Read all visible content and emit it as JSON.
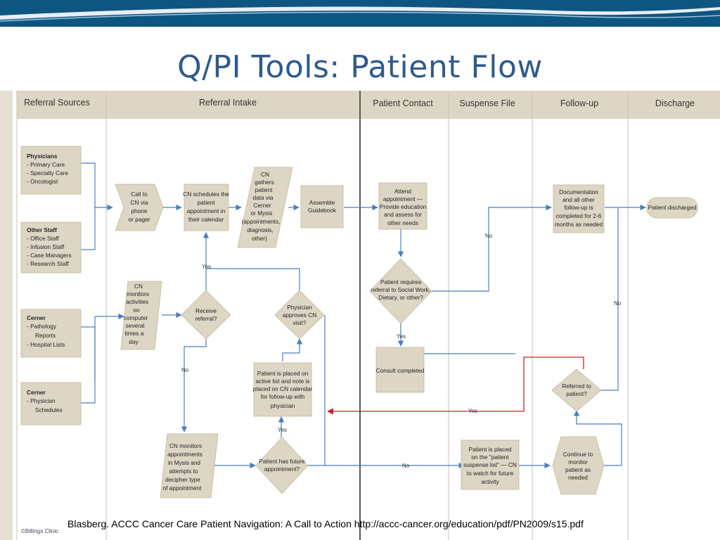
{
  "slide": {
    "title": "Q/PI Tools: Patient Flow",
    "citation": "Blasberg. ACCC Cancer Care Patient Navigation: A Call to Action http://accc-cancer.org/education/pdf/PN2009/s15.pdf",
    "logo": "©Billings Clinic"
  },
  "colors": {
    "banner": "#0f5582",
    "title": "#2f5a8c",
    "header_fill": "#ddd6c4",
    "shape_fill": "#ddd6c4",
    "flow_arrow": "#4a7ec0",
    "highlight_arrow": "#cc2222"
  },
  "lanes": [
    "Referral Sources",
    "Referral Intake",
    "Patient Contact",
    "Suspense File",
    "Follow-up",
    "Discharge"
  ],
  "sources": {
    "physicians": {
      "title": "Physicians",
      "items": [
        "- Primary Care",
        "- Specialty Care",
        "- Oncologist"
      ]
    },
    "other_staff": {
      "title": "Other Staff",
      "items": [
        "- Office Staff",
        "- Infusion Staff",
        "- Case Managers",
        "- Research Staff"
      ]
    },
    "cerner_reports": {
      "title": "Cerner",
      "items": [
        "- Pathology",
        "Reports",
        "- Hospital Lists"
      ]
    },
    "cerner_schedules": {
      "title": "Cerner",
      "items": [
        "- Physician",
        "Schedules"
      ]
    }
  },
  "steps": {
    "call_to_cn": [
      "Call to",
      "CN via",
      "phone",
      "or pager"
    ],
    "cn_schedules": [
      "CN schedules the",
      "patient",
      "appointment in",
      "their calendar"
    ],
    "cn_gathers": [
      "CN",
      "gathers",
      "patient",
      "data via",
      "Cerner",
      "or Mysis",
      "(appointments,",
      "diagnosis,",
      "other)"
    ],
    "assemble_guidebook": [
      "Assemble",
      "Guidebook"
    ],
    "cn_monitors_activities": [
      "CN",
      "monitors",
      "activities",
      "on",
      "computer",
      "several",
      "times a",
      "day"
    ],
    "receive_referral": [
      "Receive",
      "referral?"
    ],
    "physician_approves": [
      "Physician",
      "approves CN",
      "visit?"
    ],
    "placed_active_list": [
      "Patient is placed on",
      "active list and note is",
      "placed on CN calendar",
      "for follow-up with",
      "physician"
    ],
    "cn_monitors_appointments": [
      "CN monitors",
      "appointments",
      "in Mysis and",
      "attempts to",
      "decipher type",
      "of appointment"
    ],
    "future_appointment": [
      "Patient has future",
      "appointment?"
    ],
    "attend_appointment": [
      "Attend",
      "appointment —",
      "Provide education",
      "and assess for",
      "other needs"
    ],
    "requires_referral": [
      "Patient requires",
      "referral to Social Work,",
      "Dietary, or other?"
    ],
    "consult_completed": [
      "Consult completed"
    ],
    "suspense_list": [
      "Patient is placed",
      "on the \"patient",
      "suspense list\" — CN",
      "to watch for future",
      "activity"
    ],
    "documentation": [
      "Documentation",
      "and all other",
      "follow-up is",
      "completed for 2-6",
      "months as needed"
    ],
    "referred_to_patient": [
      "Referred to",
      "patient?"
    ],
    "continue_monitor": [
      "Continue to",
      "monitor",
      "patient as",
      "needed"
    ],
    "patient_discharged": [
      "Patient discharged"
    ]
  },
  "edge_labels": {
    "yes": "Yes",
    "no": "No"
  }
}
